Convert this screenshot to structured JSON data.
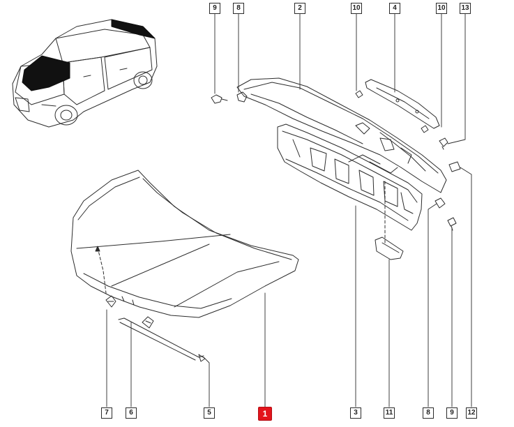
{
  "diagram": {
    "callouts": [
      {
        "id": "top-9",
        "label": "9"
      },
      {
        "id": "top-8",
        "label": "8"
      },
      {
        "id": "top-2",
        "label": "2"
      },
      {
        "id": "top-10a",
        "label": "10"
      },
      {
        "id": "top-4",
        "label": "4"
      },
      {
        "id": "top-10b",
        "label": "10"
      },
      {
        "id": "top-13",
        "label": "13"
      },
      {
        "id": "bot-7",
        "label": "7"
      },
      {
        "id": "bot-6",
        "label": "6"
      },
      {
        "id": "bot-5",
        "label": "5"
      },
      {
        "id": "bot-1",
        "label": "1",
        "highlighted": true
      },
      {
        "id": "bot-3",
        "label": "3"
      },
      {
        "id": "bot-11",
        "label": "11"
      },
      {
        "id": "bot-8",
        "label": "8"
      },
      {
        "id": "bot-9",
        "label": "9"
      },
      {
        "id": "bot-12",
        "label": "12"
      }
    ],
    "colors": {
      "line": "#2b2b2b",
      "highlight": "#e3141c",
      "car_accent": "#111111"
    }
  }
}
